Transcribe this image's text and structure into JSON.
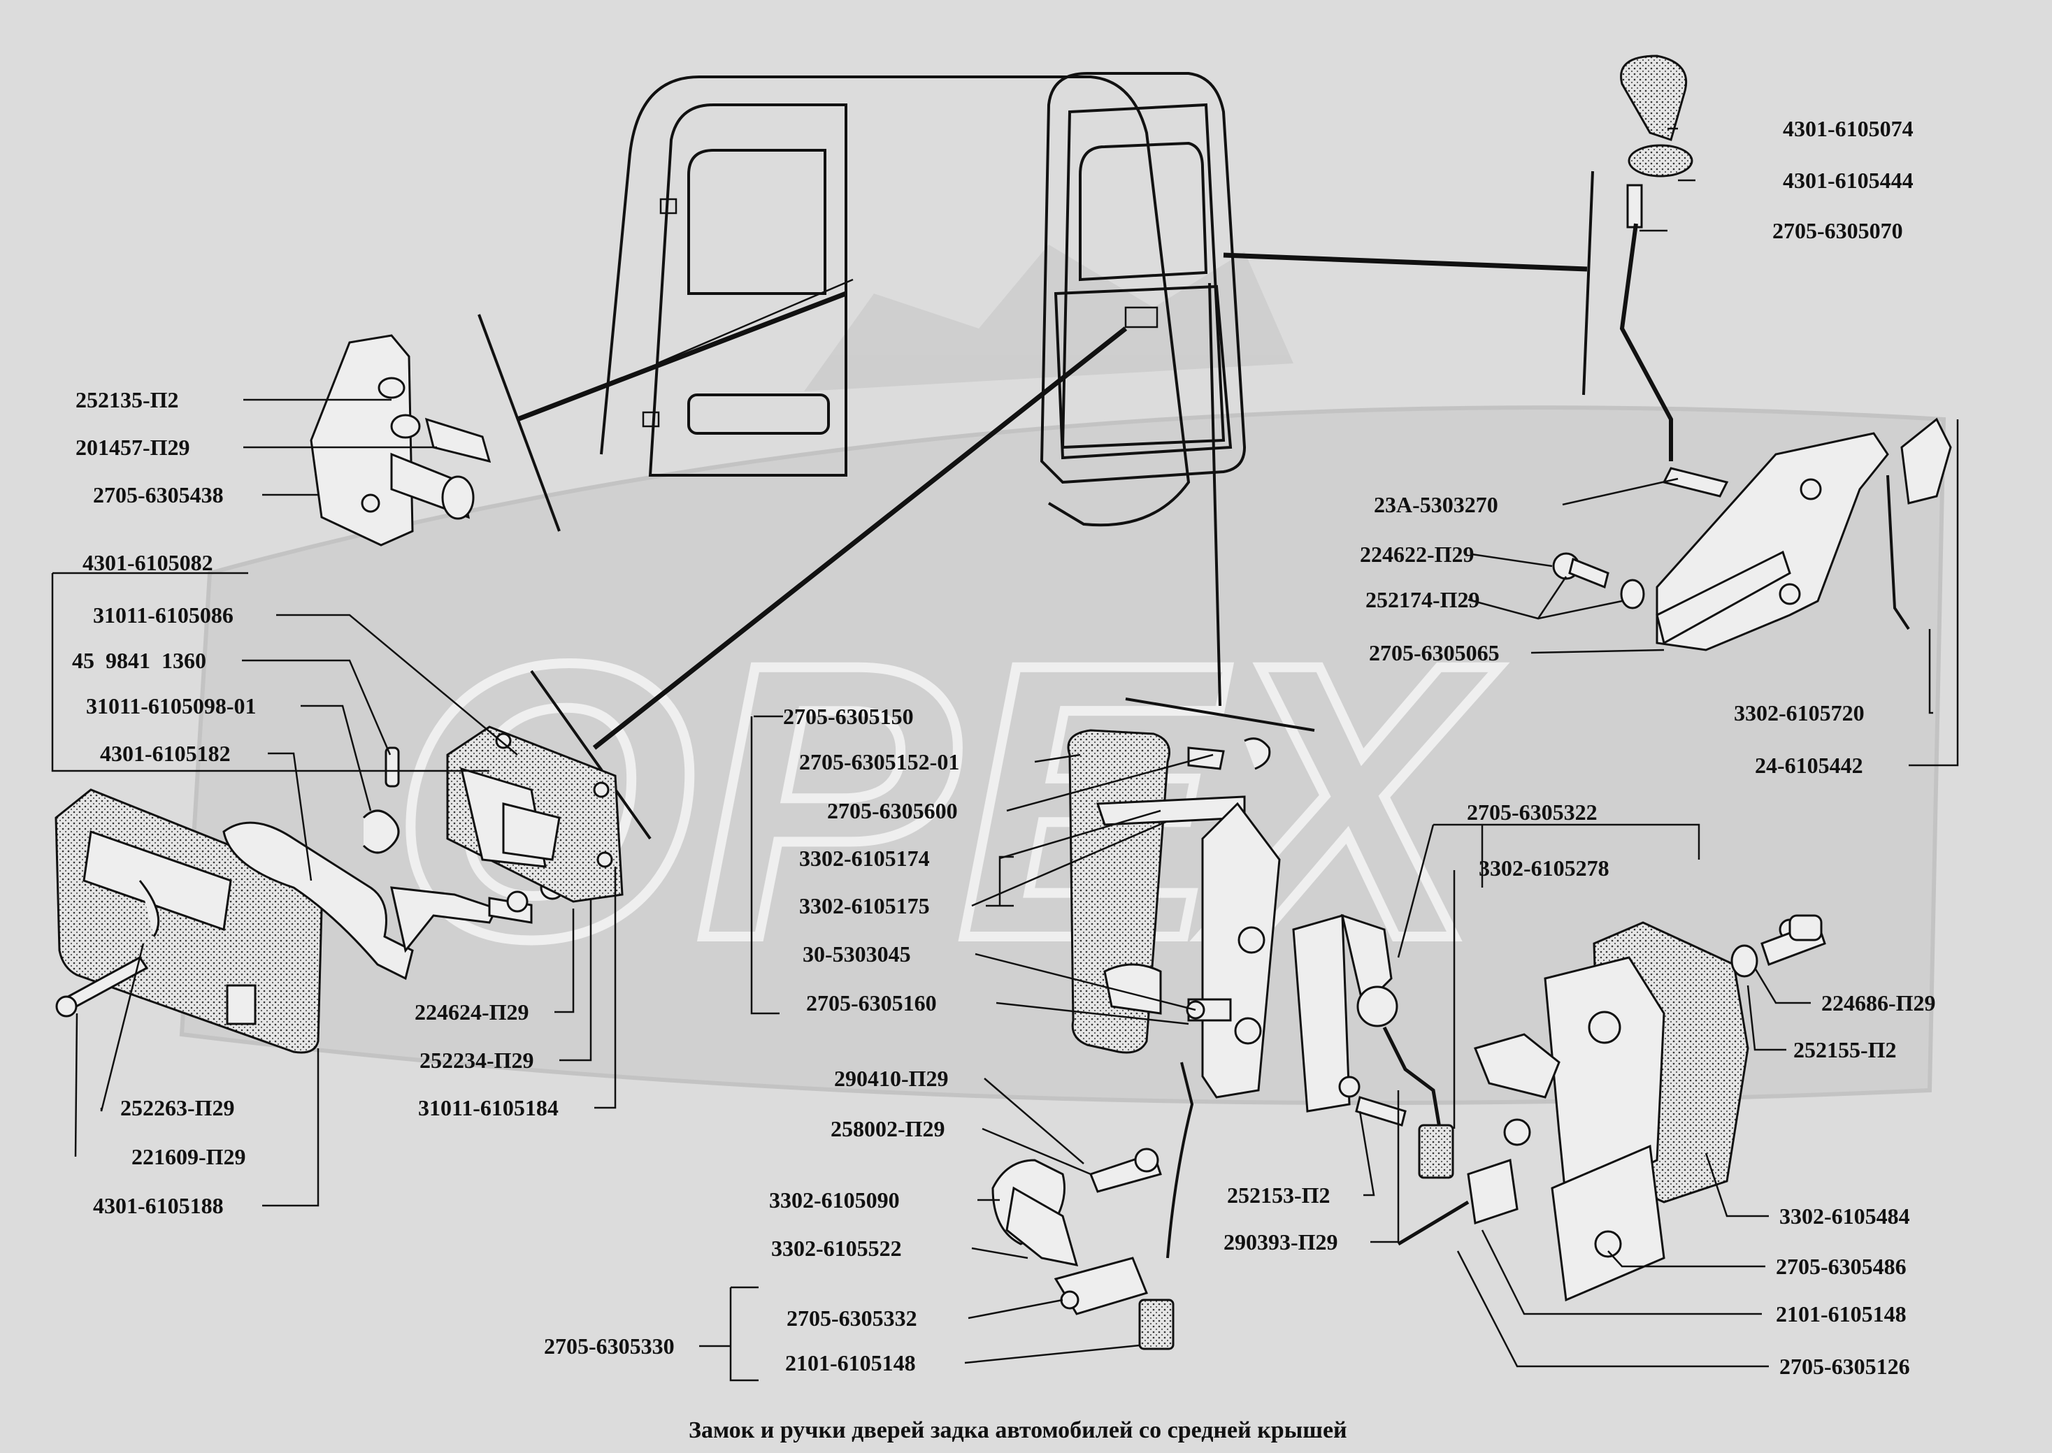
{
  "caption": "Замок и ручки дверей задка автомобилей со средней крышей",
  "watermark": "ОРЕХ",
  "labels": {
    "l01": "252135-П2",
    "l02": "201457-П29",
    "l03": "2705-6305438",
    "l04": "4301-6105082",
    "l05": "31011-6105086",
    "l06": "45  9841  1360",
    "l07": "31011-6105098-01",
    "l08": "4301-6105182",
    "l09": "224624-П29",
    "l10": "252234-П29",
    "l11": "31011-6105184",
    "l12": "252263-П29",
    "l13": "221609-П29",
    "l14": "4301-6105188",
    "l15": "2705-6305150",
    "l16": "2705-6305152-01",
    "l17": "2705-6305600",
    "l18": "3302-6105174",
    "l19": "3302-6105175",
    "l20": "30-5303045",
    "l21": "2705-6305160",
    "l22": "290410-П29",
    "l23": "258002-П29",
    "l24": "3302-6105090",
    "l25": "3302-6105522",
    "l26": "2705-6305332",
    "l27": "2705-6305330",
    "l28": "2101-6105148",
    "l29": "4301-6105074",
    "l30": "4301-6105444",
    "l31": "2705-6305070",
    "l32": "23А-5303270",
    "l33": "224622-П29",
    "l34": "252174-П29",
    "l35": "2705-6305065",
    "l36": "3302-6105720",
    "l37": "24-6105442",
    "l38": "2705-6305322",
    "l39": "3302-6105278",
    "l40": "224686-П29",
    "l41": "252155-П2",
    "l42": "252153-П2",
    "l43": "290393-П29",
    "l44": "3302-6105484",
    "l45": "2705-6305486",
    "l46": "2101-6105148",
    "l47": "2705-6305126"
  }
}
